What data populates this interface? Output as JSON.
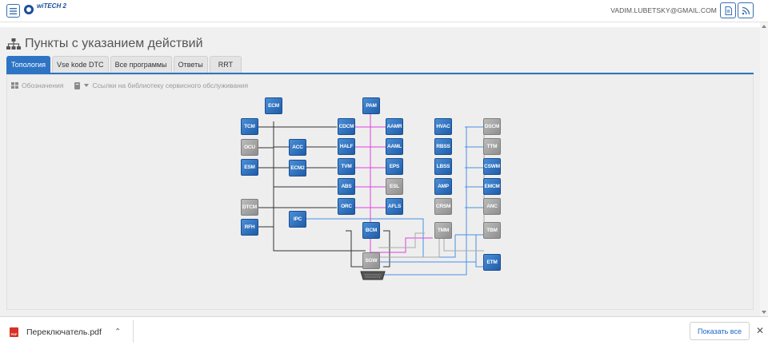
{
  "header": {
    "brand_text": "wiTECH 2",
    "user_email": "VADIM.LUBETSKY@GMAIL.COM",
    "icons": [
      "menu-icon",
      "document-icon",
      "rss-icon"
    ]
  },
  "page": {
    "title": "Пункты с указанием действий",
    "tabs": [
      {
        "label": "Топология",
        "active": true
      },
      {
        "label": "Vse kode DTC",
        "active": false
      },
      {
        "label": "Все программы",
        "active": false
      },
      {
        "label": "Ответы",
        "active": false
      },
      {
        "label": "RRT",
        "active": false
      }
    ],
    "toolbar": {
      "legend_label": "Обозначения",
      "library_label": "Ссылки на библиотеку сервисного обслуживания"
    }
  },
  "modules": [
    {
      "id": "ECM",
      "state": "active"
    },
    {
      "id": "TCM",
      "state": "active"
    },
    {
      "id": "OCU",
      "state": "inactive"
    },
    {
      "id": "ESM",
      "state": "active"
    },
    {
      "id": "DTCM",
      "state": "inactive"
    },
    {
      "id": "RFH",
      "state": "active"
    },
    {
      "id": "ACC",
      "state": "active"
    },
    {
      "id": "ECM2",
      "state": "active"
    },
    {
      "id": "IPC",
      "state": "active"
    },
    {
      "id": "PAM",
      "state": "active"
    },
    {
      "id": "CDCM",
      "state": "active"
    },
    {
      "id": "AAMR",
      "state": "active"
    },
    {
      "id": "HALF",
      "state": "active"
    },
    {
      "id": "AAML",
      "state": "active"
    },
    {
      "id": "TVM",
      "state": "active"
    },
    {
      "id": "EPS",
      "state": "active"
    },
    {
      "id": "ABS",
      "state": "active"
    },
    {
      "id": "ESL",
      "state": "inactive"
    },
    {
      "id": "ORC",
      "state": "active"
    },
    {
      "id": "AFLS",
      "state": "active"
    },
    {
      "id": "BCM",
      "state": "active"
    },
    {
      "id": "SGW",
      "state": "inactive"
    },
    {
      "id": "HVAC",
      "state": "active"
    },
    {
      "id": "DSCM",
      "state": "inactive"
    },
    {
      "id": "RBSS",
      "state": "active"
    },
    {
      "id": "TTM",
      "state": "inactive"
    },
    {
      "id": "LBSS",
      "state": "active"
    },
    {
      "id": "CSWM",
      "state": "active"
    },
    {
      "id": "AMP",
      "state": "active"
    },
    {
      "id": "EMCM",
      "state": "active"
    },
    {
      "id": "CRSM",
      "state": "inactive"
    },
    {
      "id": "ANC",
      "state": "inactive"
    },
    {
      "id": "TMM",
      "state": "inactive"
    },
    {
      "id": "TBM",
      "state": "inactive"
    },
    {
      "id": "ETM",
      "state": "active"
    }
  ],
  "colors": {
    "accent": "#2d74c4",
    "bus_dark": "#333333",
    "bus_pink": "#e040e0",
    "bus_blue": "#4a90e2",
    "bus_gray": "#aaaaaa"
  },
  "downloads": {
    "file_name": "Переключатель.pdf",
    "file_badge": "PDF",
    "show_all_label": "Показать все"
  }
}
